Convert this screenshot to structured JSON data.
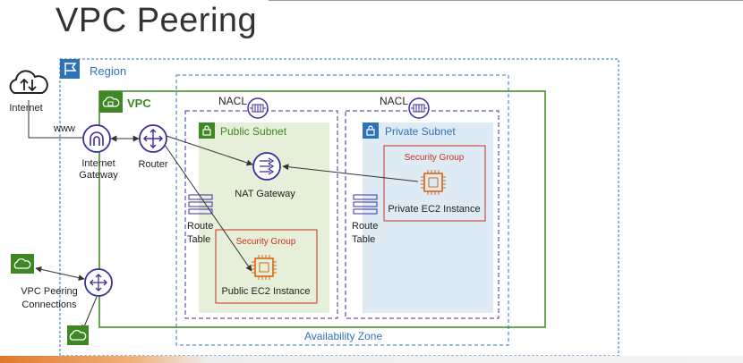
{
  "slide": {
    "title": "VPC Peering"
  },
  "labels": {
    "region": "Region",
    "vpc": "VPC",
    "internet": "Internet",
    "www": "www",
    "internet_gateway": "Internet\nGateway",
    "router": "Router",
    "nacl_public": "NACL",
    "nacl_private": "NACL",
    "public_subnet": "Public Subnet",
    "private_subnet": "Private Subnet",
    "nat_gateway": "NAT Gateway",
    "route_table_public": "Route\nTable",
    "route_table_private": "Route\nTable",
    "security_group_public": "Security Group",
    "security_group_private": "Security Group",
    "public_ec2": "Public EC2 Instance",
    "private_ec2": "Private EC2 Instance",
    "vpc_peering": "VPC Peering\nConnections",
    "availability_zone": "Availability Zone"
  },
  "colors": {
    "region": "#2e73b8",
    "vpc": "#3f8624",
    "public_subnet_fill": "#e6efd9",
    "private_subnet_fill": "#deebf5",
    "private_subnet_text": "#2e73b8",
    "security_group": "#c7321a",
    "ec2": "#d86613",
    "network": "#3b2e9f",
    "az": "#2e73b8"
  },
  "icons": {
    "internet": "cloud-updown-icon",
    "region": "flag-icon",
    "vpc": "vpc-cloud-icon",
    "igw": "internet-gateway-icon",
    "router": "router-icon",
    "nacl": "nacl-icon",
    "nat": "nat-gateway-icon",
    "ec2": "ec2-chip-icon",
    "lock": "lock-icon",
    "route_table": "route-table-icon",
    "peering": "vpc-peering-icon"
  }
}
